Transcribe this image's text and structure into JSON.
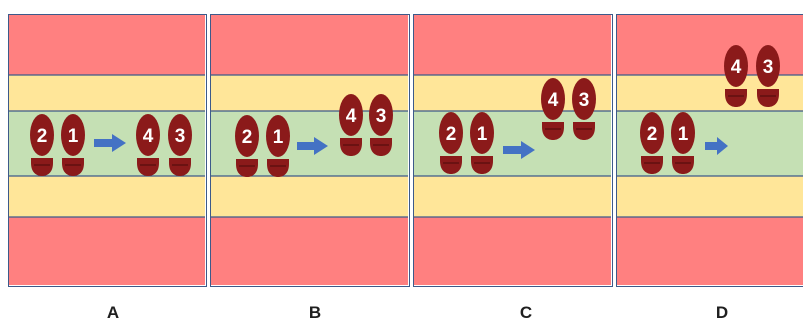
{
  "colors": {
    "red_zone": "#ff8080",
    "yellow_zone": "#ffe699",
    "green_zone": "#c5e0b4",
    "zone_border": "#3d5a8a",
    "footprint": "#8b1a1a",
    "footprint_text": "#ffffff",
    "arrow": "#4472c4"
  },
  "icons": {
    "arrow": "right-arrow-icon",
    "footprint": "shoe-print-icon"
  },
  "panels": [
    {
      "label": "A",
      "steps": [
        {
          "number": "2"
        },
        {
          "number": "1"
        },
        {
          "number": "4"
        },
        {
          "number": "3"
        }
      ]
    },
    {
      "label": "B",
      "steps": [
        {
          "number": "2"
        },
        {
          "number": "1"
        },
        {
          "number": "4"
        },
        {
          "number": "3"
        }
      ]
    },
    {
      "label": "C",
      "steps": [
        {
          "number": "2"
        },
        {
          "number": "1"
        },
        {
          "number": "4"
        },
        {
          "number": "3"
        }
      ]
    },
    {
      "label": "D",
      "steps": [
        {
          "number": "2"
        },
        {
          "number": "1"
        },
        {
          "number": "4"
        },
        {
          "number": "3"
        }
      ]
    }
  ]
}
